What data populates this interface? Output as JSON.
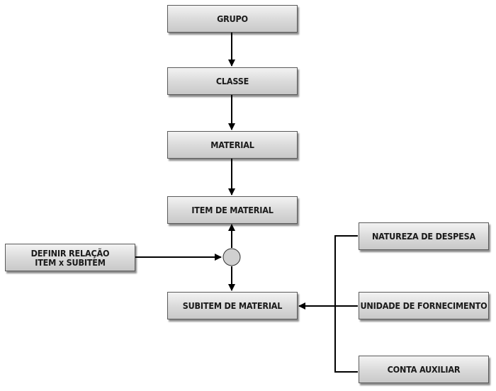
{
  "nodes": {
    "grupo": "GRUPO",
    "classe": "CLASSE",
    "material": "MATERIAL",
    "item": "ITEM DE MATERIAL",
    "subitem": "SUBITEM DE MATERIAL",
    "definir_line1": "DEFINIR RELAÇÃO",
    "definir_line2": "ITEM x SUBITEM",
    "natureza": "NATUREZA DE DESPESA",
    "unidade": "UNIDADE DE FORNECIMENTO",
    "conta": "CONTA AUXILIAR"
  },
  "colors": {
    "line": "#000000",
    "junction_fill": "#d0d0d0"
  }
}
